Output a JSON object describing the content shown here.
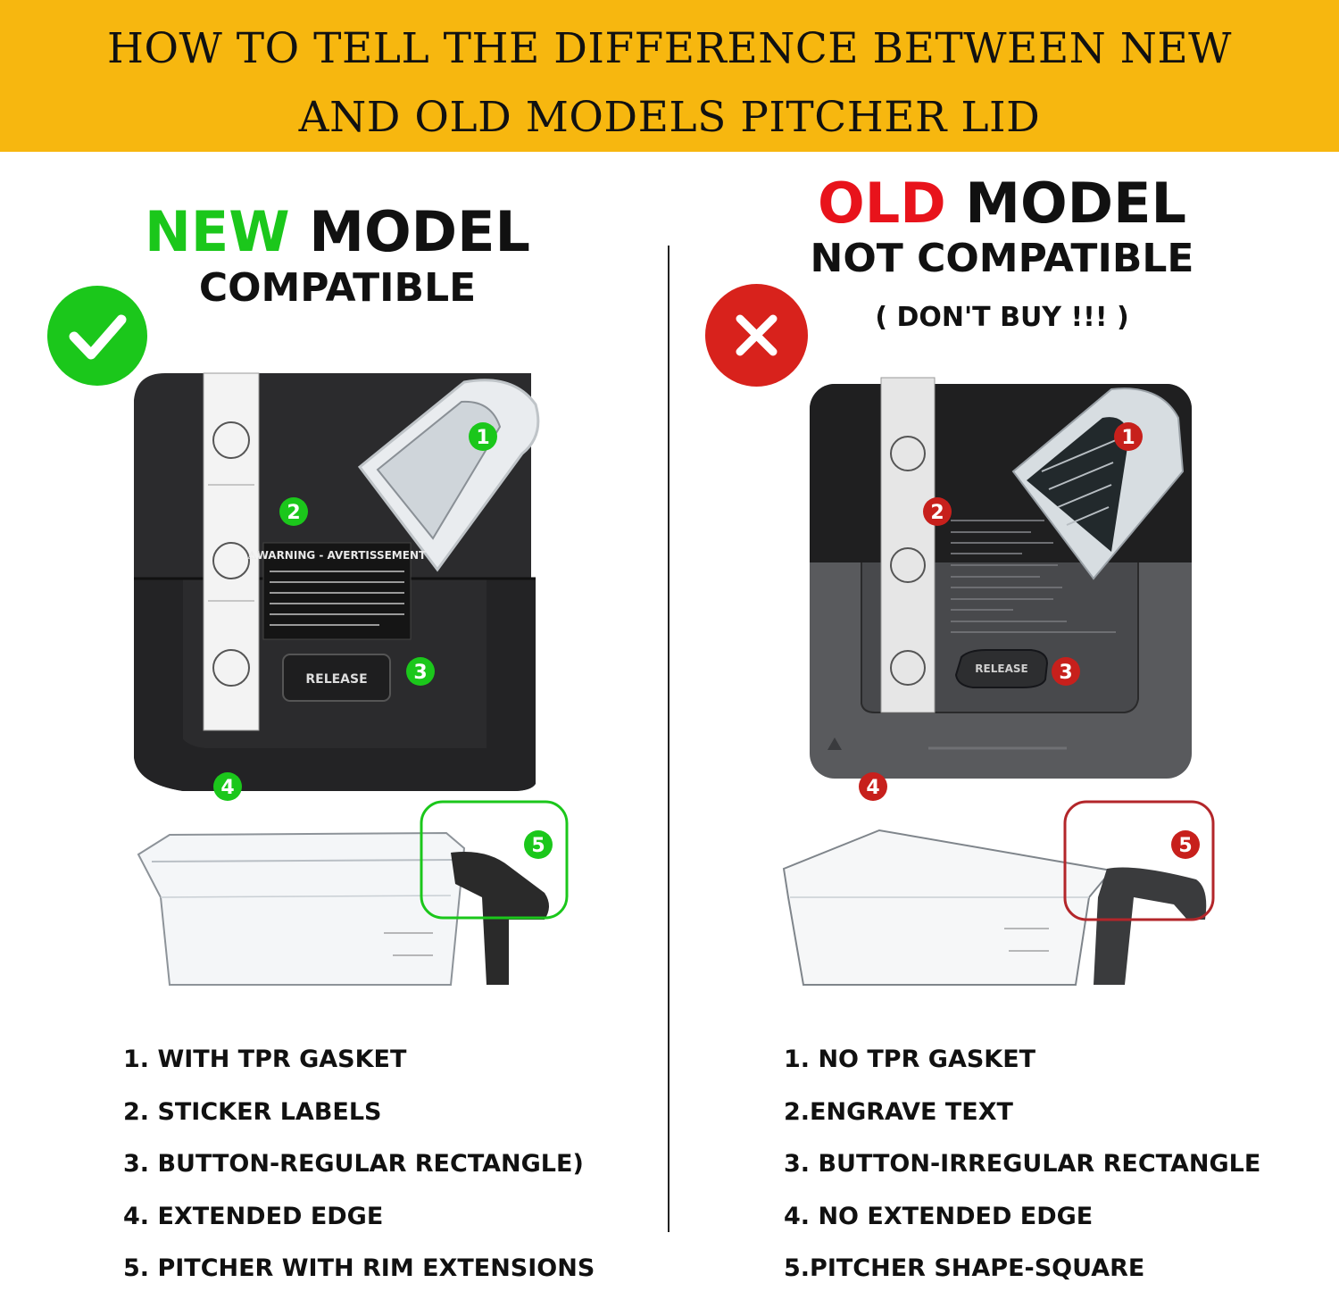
{
  "banner": {
    "line1": "HOW TO TELL THE DIFFERENCE BETWEEN NEW",
    "line2": "AND OLD MODELS PITCHER LID",
    "background": "#f7b70f"
  },
  "new_model": {
    "word1": "NEW",
    "word2": "MODEL",
    "subtitle": "COMPATIBLE",
    "badge_icon": "checkmark-icon",
    "accent": "#1bc71b",
    "features": [
      "1. WITH TPR GASKET",
      "2. STICKER LABELS",
      "3. BUTTON-REGULAR RECTANGLE)",
      "4. EXTENDED EDGE",
      "5. PITCHER WITH RIM EXTENSIONS"
    ],
    "lid": {
      "warning": "⚠WARNING - AVERTISSEMENT",
      "button": "RELEASE"
    }
  },
  "old_model": {
    "word1": "OLD",
    "word2": "MODEL",
    "subtitle": "NOT COMPATIBLE",
    "note": "( DON'T BUY !!! )",
    "badge_icon": "cross-icon",
    "accent": "#e8131b",
    "features": [
      "1. NO TPR GASKET",
      "2.ENGRAVE TEXT",
      "3. BUTTON-IRREGULAR RECTANGLE",
      "4. NO EXTENDED EDGE",
      "5.PITCHER SHAPE-SQUARE"
    ],
    "lid": {
      "button": "RELEASE"
    }
  },
  "markers": [
    "1",
    "2",
    "3",
    "4",
    "5"
  ]
}
